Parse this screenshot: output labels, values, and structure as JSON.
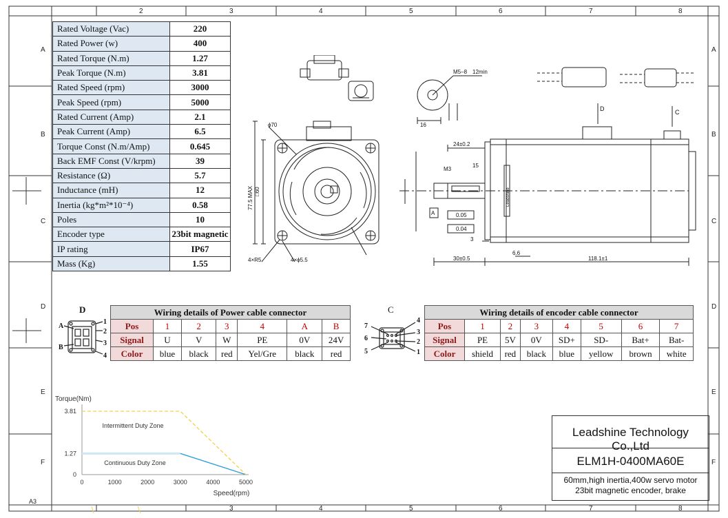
{
  "frame": {
    "columns": [
      "2",
      "3",
      "4",
      "5",
      "6",
      "7",
      "8"
    ],
    "rows": [
      "A",
      "B",
      "C",
      "D",
      "E",
      "F"
    ],
    "sheet": "A3"
  },
  "specs": [
    {
      "k": "Rated Voltage (Vac)",
      "v": "220"
    },
    {
      "k": "Rated Power (w)",
      "v": "400"
    },
    {
      "k": "Rated Torque (N.m)",
      "v": "1.27"
    },
    {
      "k": "Peak Torque (N.m)",
      "v": "3.81"
    },
    {
      "k": "Rated Speed (rpm)",
      "v": "3000"
    },
    {
      "k": "Peak Speed (rpm)",
      "v": "5000"
    },
    {
      "k": "Rated Current (Amp)",
      "v": "2.1"
    },
    {
      "k": "Peak Current (Amp)",
      "v": "6.5"
    },
    {
      "k": "Torque Const (N.m/Amp)",
      "v": "0.645"
    },
    {
      "k": "Back EMF Const (V/krpm)",
      "v": "39"
    },
    {
      "k": "Resistance (Ω)",
      "v": "5.7"
    },
    {
      "k": "Inductance (mH)",
      "v": "12"
    },
    {
      "k": "Inertia (kg*m²*10⁻⁴)",
      "v": "0.58"
    },
    {
      "k": "Poles",
      "v": "10"
    },
    {
      "k": "Encoder type",
      "v": "23bit magnetic"
    },
    {
      "k": "IP rating",
      "v": "IP67"
    },
    {
      "k": "Mass (Kg)",
      "v": "1.55"
    }
  ],
  "dims": {
    "d70": "ϕ70",
    "sq60": "□60",
    "max775": "77.5 MAX",
    "r5": "4×R5",
    "holes": "4×ϕ5.5",
    "m5": "M5–8",
    "m5b": "12min",
    "k16": "16",
    "l24": "24±0.2",
    "l15": "15",
    "m3": "M3",
    "l30": "30±0.5",
    "l66": "6.6",
    "l118": "118.1±1",
    "l3": "3",
    "datum": "A",
    "gtol1": "0.05",
    "gtol2": "0.04",
    "brand": "Leadshine",
    "ld": "D",
    "lc": "C"
  },
  "power": {
    "title": "Wiring details of Power cable connector",
    "connector": "D",
    "rowlabels": [
      "Pos",
      "Signal",
      "Color"
    ],
    "pos": [
      "1",
      "2",
      "3",
      "4",
      "A",
      "B"
    ],
    "signal": [
      "U",
      "V",
      "W",
      "PE",
      "0V",
      "24V"
    ],
    "color": [
      "blue",
      "black",
      "red",
      "Yel/Gre",
      "black",
      "red"
    ],
    "pins": [
      "1",
      "2",
      "3",
      "4",
      "A",
      "B"
    ]
  },
  "encoder": {
    "title": "Wiring details of encoder cable connector",
    "connector": "C",
    "rowlabels": [
      "Pos",
      "Signal",
      "Color"
    ],
    "pos": [
      "1",
      "2",
      "3",
      "4",
      "5",
      "6",
      "7"
    ],
    "signal": [
      "PE",
      "5V",
      "0V",
      "SD+",
      "SD-",
      "Bat+",
      "Bat-"
    ],
    "color": [
      "shield",
      "red",
      "black",
      "blue",
      "yellow",
      "brown",
      "white"
    ],
    "pins": [
      "4",
      "3",
      "2",
      "1",
      "7",
      "6",
      "5"
    ]
  },
  "chart_data": {
    "type": "area",
    "ylabel": "Torque(Nm)",
    "xlabel": "Speed(rpm)",
    "xlim": [
      0,
      5000
    ],
    "ylim": [
      0,
      3.81
    ],
    "xticks": [
      "0",
      "1000",
      "2000",
      "3000",
      "4000",
      "5000"
    ],
    "yticks": [
      "0",
      "1.27",
      "3.81"
    ],
    "series": [
      {
        "name": "Continuous Duty Zone",
        "x": [
          0,
          3000,
          5000
        ],
        "y": [
          1.27,
          1.27,
          0
        ]
      },
      {
        "name": "Intermittent Duty Zone",
        "x": [
          0,
          3000,
          5000
        ],
        "y": [
          3.81,
          3.81,
          0
        ]
      }
    ]
  },
  "titleblock": {
    "company": "Leadshine Technology Co.,Ltd",
    "model": "ELM1H-0400MA60E",
    "desc1": "60mm,high inertia,400w servo motor",
    "desc2": "23bit magnetic encoder, brake"
  },
  "colors": {
    "spec_key_bg": "#dde8f3",
    "row_header_bg": "#f3dada",
    "red_text": "#c00000",
    "continuous": "#2aa0d8",
    "intermittent": "#f2d04b"
  }
}
